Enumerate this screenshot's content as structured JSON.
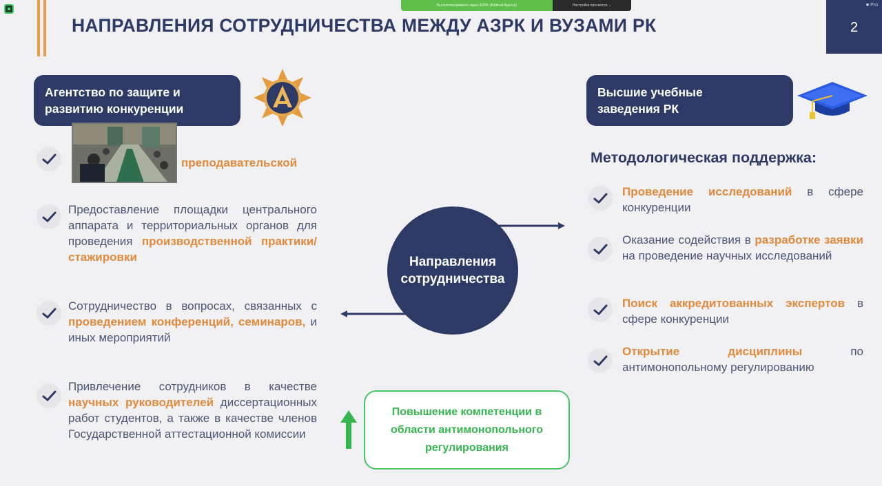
{
  "zoom_bar": {
    "message": "Вы просматриваете экран AZRK (Antitrust Agency)",
    "view_options": "Настройки просмотра ⌄"
  },
  "slide": {
    "title": "НАПРАВЛЕНИЯ СОТРУДНИЧЕСТВА МЕЖДУ АЗРК И ВУЗАМИ РК",
    "page_number": "2",
    "mic_label": "■ Pro"
  },
  "left": {
    "header": "Агентство по защите и\nразвитию конкуренции",
    "items": [
      {
        "parts": [
          {
            "text": "преподавательской",
            "hl": true
          }
        ]
      },
      {
        "parts": [
          {
            "text": "Предоставление площадки центрального аппарата и территориальных органов для проведения ",
            "hl": false
          },
          {
            "text": "производственной практики/стажировки",
            "hl": true
          }
        ]
      },
      {
        "parts": [
          {
            "text": "Сотрудничество в вопросах, связанных с ",
            "hl": false
          },
          {
            "text": "проведением конференций, семинаров,",
            "hl": true
          },
          {
            "text": " и иных мероприятий",
            "hl": false
          }
        ]
      },
      {
        "parts": [
          {
            "text": "Привлечение сотрудников в качестве ",
            "hl": false
          },
          {
            "text": "научных руководителей",
            "hl": true
          },
          {
            "text": " диссертационных работ студентов, а также в качестве членов Государственной аттестационной комиссии",
            "hl": false
          }
        ]
      }
    ]
  },
  "center": {
    "circle": "Направления\nсотрудничества",
    "green_box": "Повышение компетенции в\nобласти антимонопольного\nрегулирования"
  },
  "right": {
    "header": "Высшие учебные\nзаведения РК",
    "subtitle": "Методологическая поддержка:",
    "items": [
      {
        "parts": [
          {
            "text": "Проведение исследований",
            "hl": true
          },
          {
            "text": " в сфере конкуренции",
            "hl": false
          }
        ]
      },
      {
        "parts": [
          {
            "text": "Оказание содействия в ",
            "hl": false
          },
          {
            "text": "разработке заявки",
            "hl": true
          },
          {
            "text": " на проведение научных исследований",
            "hl": false
          }
        ]
      },
      {
        "parts": [
          {
            "text": "Поиск аккредитованных экспертов",
            "hl": true
          },
          {
            "text": " в сфере конкуренции",
            "hl": false
          }
        ]
      },
      {
        "parts": [
          {
            "text": "Открытие дисциплины",
            "hl": true
          },
          {
            "text": " по антимонопольному регулированию",
            "hl": false
          }
        ]
      }
    ]
  },
  "colors": {
    "navy": "#2d3a66",
    "orange": "#e08a3c",
    "green": "#36b550",
    "background": "#f1f0f3"
  }
}
